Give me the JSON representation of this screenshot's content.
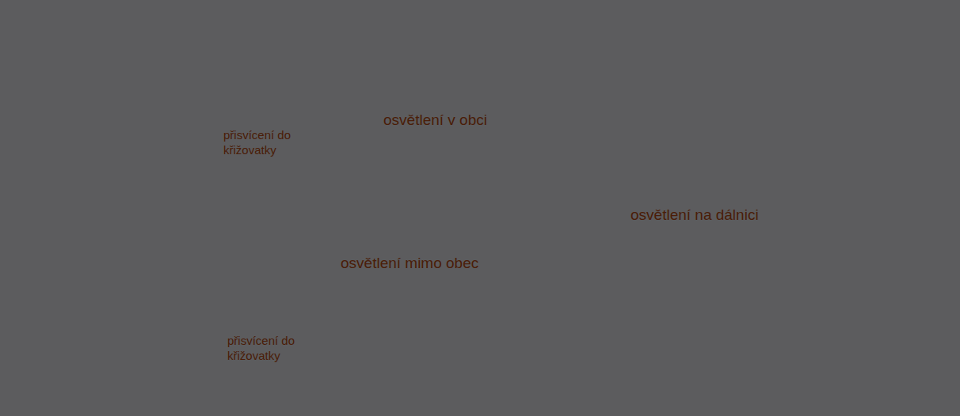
{
  "diagram": {
    "nodes": [
      {
        "text": [
          "přisvícení do křižovatky"
        ]
      },
      {
        "text": [
          "osvětlení v obci"
        ]
      },
      {
        "text": [
          "osvětlení na dálnici"
        ]
      },
      {
        "text": [
          "osvětlení mimo obec"
        ]
      },
      {
        "text": [
          "přisvícení do křižovatky"
        ]
      }
    ]
  }
}
